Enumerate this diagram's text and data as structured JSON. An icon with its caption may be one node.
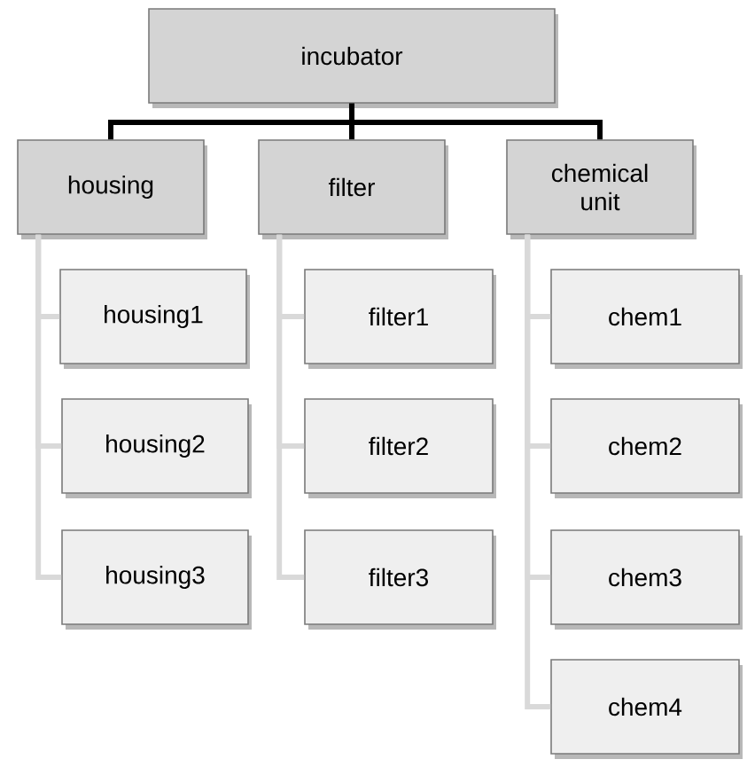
{
  "diagram": {
    "nodes": [
      {
        "text": [
          "incubator"
        ]
      },
      {
        "text": [
          "housing"
        ]
      },
      {
        "text": [
          "filter"
        ]
      },
      {
        "text": [
          "chemical unit"
        ]
      },
      {
        "text": [
          "housing1"
        ]
      },
      {
        "text": [
          "housing2"
        ]
      },
      {
        "text": [
          "housing3"
        ]
      },
      {
        "text": [
          "filter1"
        ]
      },
      {
        "text": [
          "filter2"
        ]
      },
      {
        "text": [
          "filter3"
        ]
      },
      {
        "text": [
          "chem1"
        ]
      },
      {
        "text": [
          "chem2"
        ]
      },
      {
        "text": [
          "chem3"
        ]
      },
      {
        "text": [
          "chem4"
        ]
      }
    ],
    "edges": [
      {
        "from": 0,
        "to": 1,
        "arrow": "none",
        "color": "#000000"
      },
      {
        "from": 0,
        "to": 2,
        "arrow": "none",
        "color": "#000000"
      },
      {
        "from": 0,
        "to": 3,
        "arrow": "none",
        "color": "#000000"
      },
      {
        "from": 1,
        "to": 4,
        "arrow": "none"
      },
      {
        "from": 1,
        "to": 5,
        "arrow": "none"
      },
      {
        "from": 1,
        "to": 6,
        "arrow": "none"
      },
      {
        "from": 2,
        "to": 7,
        "arrow": "none"
      },
      {
        "from": 2,
        "to": 8,
        "arrow": "none"
      },
      {
        "from": 2,
        "to": 9,
        "arrow": "none"
      },
      {
        "from": 3,
        "to": 10,
        "arrow": "none"
      },
      {
        "from": 3,
        "to": 11,
        "arrow": "none"
      },
      {
        "from": 3,
        "to": 12,
        "arrow": "none"
      },
      {
        "from": 3,
        "to": 13,
        "arrow": "none"
      }
    ]
  }
}
